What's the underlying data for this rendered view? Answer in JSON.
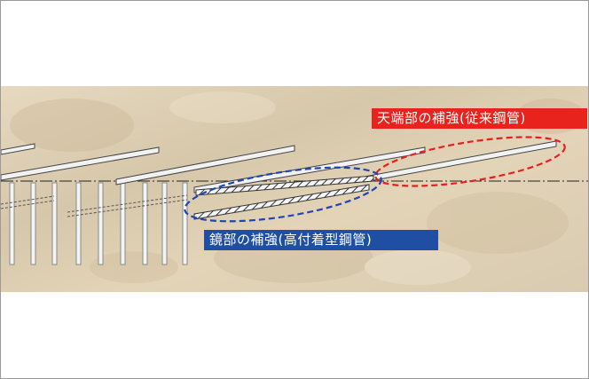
{
  "labels": {
    "crown": "天端部の補強(従来鋼管)",
    "face": "鏡部の補強(高付着型鋼管)"
  },
  "colors": {
    "crown_label_bg": "#e8231e",
    "face_label_bg": "#1f4fa3",
    "crown_ellipse": "#e62020",
    "face_ellipse": "#1f44b5",
    "pipe_fill": "#f2f2f2",
    "pipe_stroke": "#444444",
    "rock_base": "#e0d2b8"
  },
  "icons": {
    "crown_group": "crown-pipe-ellipse",
    "face_group": "face-pipe-ellipse"
  }
}
